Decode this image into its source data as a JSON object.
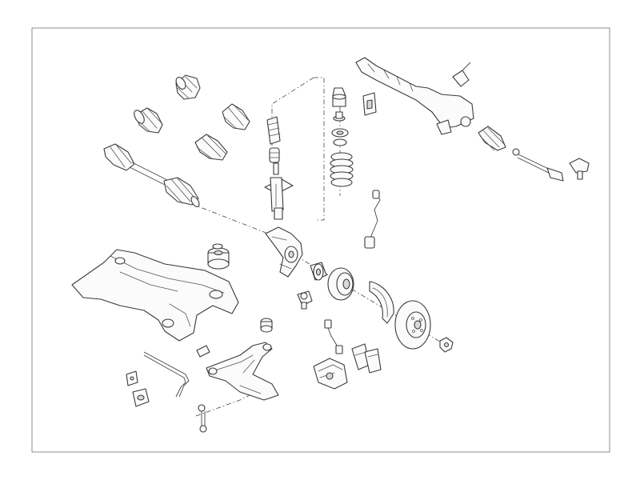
{
  "diagram": {
    "kind": "exploded-view",
    "parts": [
      "drive-shaft-boot-kit-upper",
      "drive-shaft-boot-kit-lower",
      "drive-shaft-cv-boot-left",
      "drive-shaft-cv-boot-right",
      "drive-shaft",
      "strut-dust-cover",
      "strut-bump-stop",
      "shock-absorber",
      "strut-top-mount",
      "strut-bearing",
      "coil-spring",
      "stabilizer-bushing-top",
      "steering-rack",
      "tie-rod-boot",
      "tie-rod-inner",
      "tie-rod-end",
      "abs-sensor",
      "steering-knuckle",
      "wheel-hub-bearing",
      "wheel-hub",
      "brake-dust-shield",
      "brake-disc",
      "hub-nut",
      "subframe",
      "subframe-mount-bushing",
      "ball-joint",
      "control-arm-bushing",
      "lower-control-arm",
      "brake-hose",
      "brake-caliper",
      "brake-pads",
      "stabilizer-bar",
      "stabilizer-bar-bushing-clamp",
      "stabilizer-bar-bushing",
      "stabilizer-link"
    ]
  }
}
